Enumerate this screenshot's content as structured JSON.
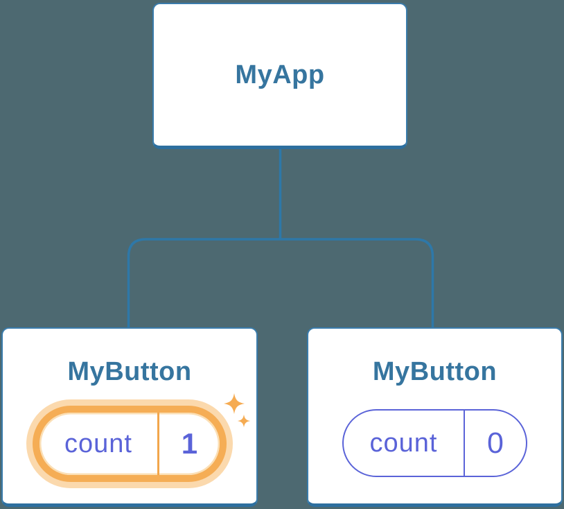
{
  "colors": {
    "bg": "#4D6971",
    "card_fill": "#FFFFFF",
    "card_border": "#3A7CAC",
    "card_border_bottom": "#2D6F9F",
    "connector": "#2E78A8",
    "title": "#36759F",
    "state": "#5A63D8",
    "highlight_ring": "#F5AD55",
    "highlight_halo": "rgba(247,185,106,0.55)",
    "highlight_divider": "#F2A64B",
    "sparkle": "#F5AB52"
  },
  "tree": {
    "root": {
      "label": "MyApp"
    },
    "children": [
      {
        "label": "MyButton",
        "state": {
          "key": "count",
          "value": "1"
        },
        "highlighted": true
      },
      {
        "label": "MyButton",
        "state": {
          "key": "count",
          "value": "0"
        },
        "highlighted": false
      }
    ]
  }
}
